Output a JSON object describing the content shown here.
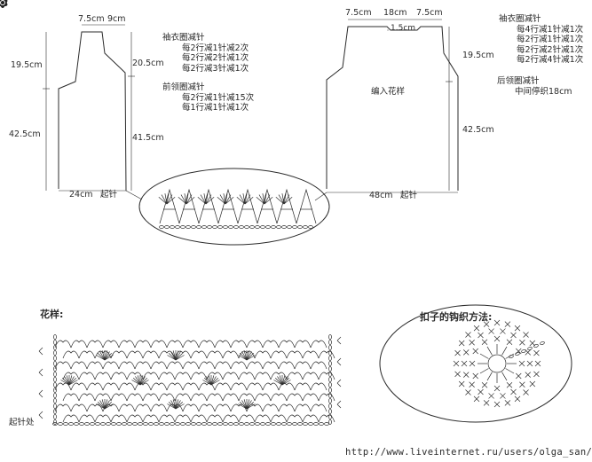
{
  "left_panel": {
    "top_width_1": "7.5cm",
    "top_width_2": "9cm",
    "armhole_height_outer": "19.5cm",
    "armhole_height_inner": "20.5cm",
    "body_length_outer": "42.5cm",
    "body_length_inner": "41.5cm",
    "bottom_width": "24cm",
    "start_label": "起针",
    "sleeve_title": "袖衣圈减针",
    "sleeve_steps": [
      "每2行减1针减2次",
      "每2行减2针减1次",
      "每2行减3针减1次"
    ],
    "neck_title": "前领圈减针",
    "neck_steps": [
      "每2行减1针减15次",
      "每1行减1针减1次"
    ]
  },
  "right_panel": {
    "top_width_1": "7.5cm",
    "top_width_2": "18cm",
    "top_width_3": "7.5cm",
    "neck_depth": "1.5cm",
    "armhole_height": "19.5cm",
    "body_length": "42.5cm",
    "bottom_width": "48cm",
    "start_label": "起针",
    "center_label": "编入花样",
    "sleeve_title": "袖衣圈减针",
    "sleeve_steps": [
      "每4行减1针减1次",
      "每2行减1针减1次",
      "每2行减2针减1次",
      "每2行减4针减1次"
    ],
    "back_neck_title": "后领圈减针",
    "back_neck_note": "中间停织18cm"
  },
  "pattern": {
    "title": "花样:",
    "start_label": "起针处"
  },
  "button": {
    "title": "扣子的钩织方法:"
  },
  "footer": {
    "url": "http://www.liveinternet.ru/users/olga_san/"
  },
  "colors": {
    "ink": "#2b2b2b",
    "paper": "#ffffff"
  }
}
